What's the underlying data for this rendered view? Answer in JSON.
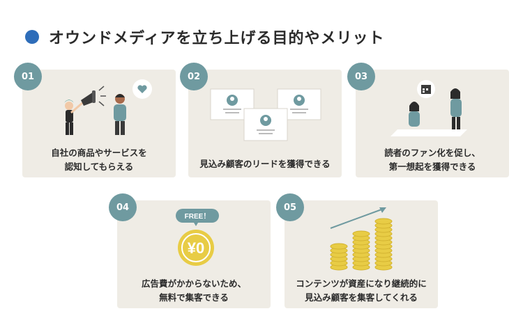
{
  "heading": "オウンドメディアを立ち上げる目的やメリット",
  "colors": {
    "accent_dot": "#2e6db9",
    "card_bg": "#efece5",
    "badge": "#6f9aa0",
    "coin": "#e8cc45"
  },
  "cards": [
    {
      "number": "01",
      "line1": "自社の商品やサービスを",
      "line2": "認知してもらえる"
    },
    {
      "number": "02",
      "line1": "見込み顧客のリードを獲得できる"
    },
    {
      "number": "03",
      "line1": "読者のファン化を促し、",
      "line2": "第一想起を獲得できる"
    },
    {
      "number": "04",
      "line1": "広告費がかからないため、",
      "line2": "無料で集客できる",
      "tag": "FREE！",
      "price": "¥0"
    },
    {
      "number": "05",
      "line1": "コンテンツが資産になり継続的に",
      "line2": "見込み顧客を集客してくれる"
    }
  ],
  "icons": [
    "megaphone-icon",
    "heart-icon",
    "profile-card-icon",
    "calendar-icon",
    "coin-icon",
    "growth-arrow-icon"
  ]
}
